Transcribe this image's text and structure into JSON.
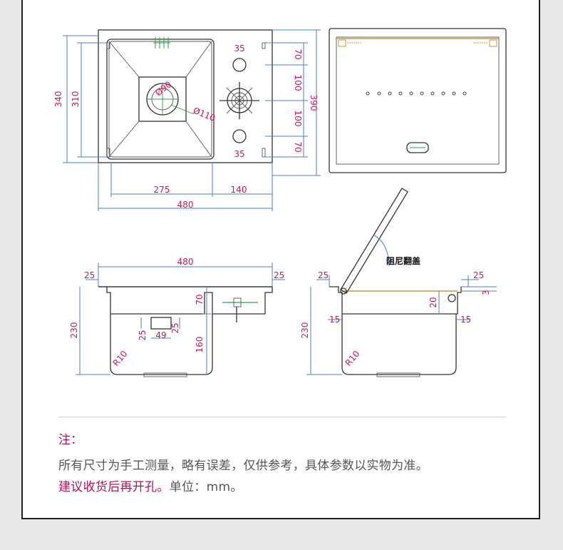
{
  "top_view": {
    "holes": [
      "35",
      "35"
    ],
    "drain_inner": "Ø90",
    "drain_outer": "Ø110",
    "right_dims": [
      "70",
      "100",
      "100",
      "70"
    ],
    "height_outer": "340",
    "height_inner": "310",
    "height_total": "390",
    "width_left": "275",
    "width_right": "140",
    "width_total": "480"
  },
  "front_view": {
    "width": "480",
    "flange_left": "25",
    "flange_right": "25",
    "depth_total": "230",
    "upper": "70",
    "lower": "160",
    "box_h1": "25",
    "box_w": "49",
    "box_h2": "25",
    "radius": "R10"
  },
  "side_view": {
    "lid_label": "阻尼翻盖",
    "flange_left": "25",
    "flange_right": "25",
    "thickness": "3",
    "gap": "20",
    "wall_left": "15",
    "wall_right": "15",
    "depth_total": "230",
    "radius": "R10"
  },
  "note": {
    "title": "注：",
    "line1": "所有尺寸为手工测量，略有误差，仅供参考，具体参数以实物为准。",
    "line2_highlight": "建议收货后再开孔。",
    "line2_rest": "单位：mm。"
  },
  "colors": {
    "dimension_text": "#d4145a",
    "dimension_line": "#4a7fd4",
    "note_accent": "#b0105a"
  }
}
